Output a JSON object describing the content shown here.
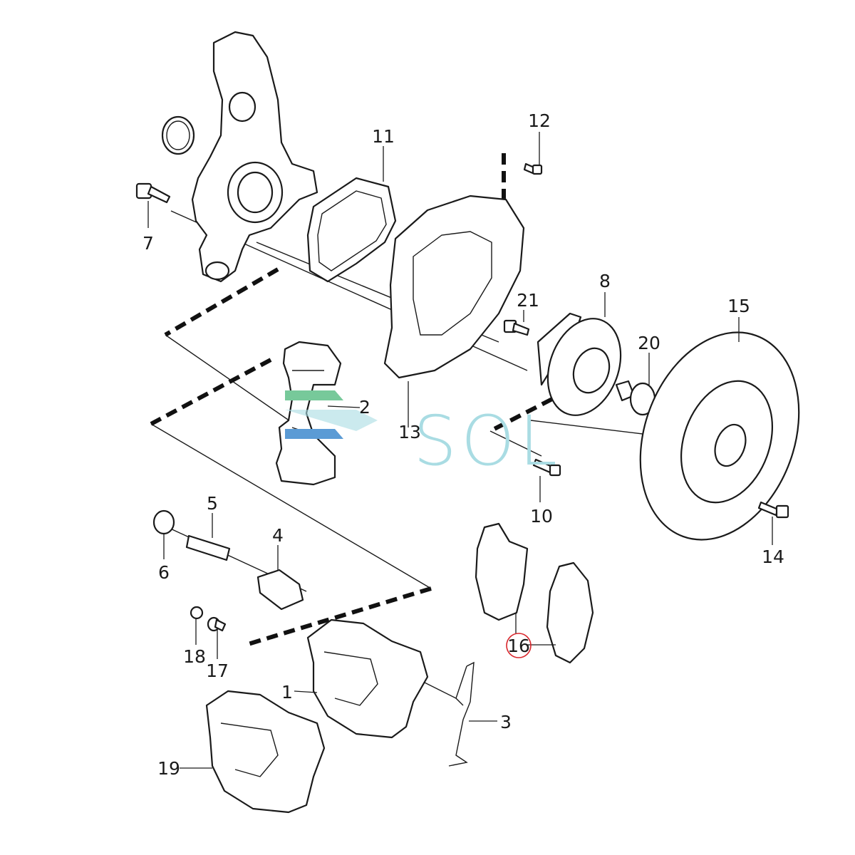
{
  "callouts": {
    "c1": "1",
    "c2": "2",
    "c3": "3",
    "c4": "4",
    "c5": "5",
    "c6": "6",
    "c7": "7",
    "c8": "8",
    "c10": "10",
    "c11": "11",
    "c12": "12",
    "c13": "13",
    "c14": "14",
    "c15": "15",
    "c16": "16",
    "c17": "17",
    "c18": "18",
    "c19": "19",
    "c20": "20",
    "c21": "21"
  },
  "highlighted_callout": "16",
  "watermark": {
    "text": "SOL",
    "color": "#a9dce3"
  },
  "colors": {
    "line": "#1a1a1a",
    "highlight": "#d9262c",
    "wm_green": "#77c99a",
    "wm_blue": "#5b9bd5"
  }
}
